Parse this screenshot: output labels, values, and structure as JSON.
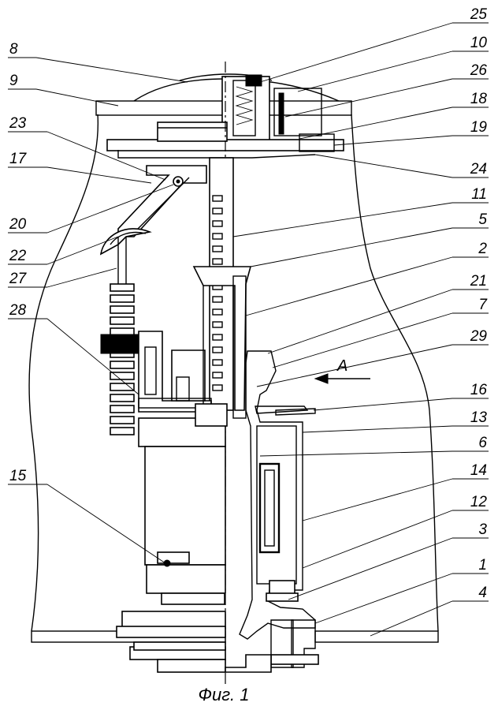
{
  "figure": {
    "caption": "Фиг. 1",
    "view_label": "A",
    "callouts": [
      {
        "id": "c8",
        "text": "8"
      },
      {
        "id": "c9",
        "text": "9"
      },
      {
        "id": "c23",
        "text": "23"
      },
      {
        "id": "c17",
        "text": "17"
      },
      {
        "id": "c20",
        "text": "20"
      },
      {
        "id": "c22",
        "text": "22"
      },
      {
        "id": "c27",
        "text": "27"
      },
      {
        "id": "c28",
        "text": "28"
      },
      {
        "id": "c15",
        "text": "15"
      },
      {
        "id": "c25",
        "text": "25"
      },
      {
        "id": "c10",
        "text": "10"
      },
      {
        "id": "c26",
        "text": "26"
      },
      {
        "id": "c18",
        "text": "18"
      },
      {
        "id": "c19",
        "text": "19"
      },
      {
        "id": "c24",
        "text": "24"
      },
      {
        "id": "c11",
        "text": "11"
      },
      {
        "id": "c5",
        "text": "5"
      },
      {
        "id": "c2",
        "text": "2"
      },
      {
        "id": "c21",
        "text": "21"
      },
      {
        "id": "c7",
        "text": "7"
      },
      {
        "id": "c29",
        "text": "29"
      },
      {
        "id": "c16",
        "text": "16"
      },
      {
        "id": "c13",
        "text": "13"
      },
      {
        "id": "c6",
        "text": "6"
      },
      {
        "id": "c14",
        "text": "14"
      },
      {
        "id": "c12",
        "text": "12"
      },
      {
        "id": "c3",
        "text": "3"
      },
      {
        "id": "c1",
        "text": "1"
      },
      {
        "id": "c4",
        "text": "4"
      }
    ]
  }
}
